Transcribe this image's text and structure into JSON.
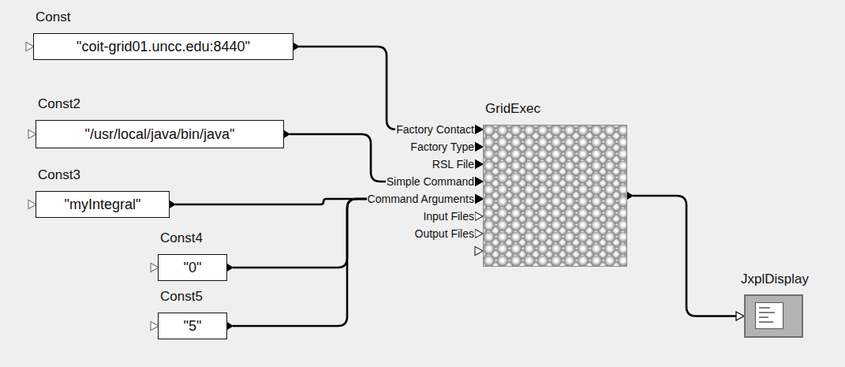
{
  "diagram": {
    "nodes": [
      {
        "text": [
          "Const",
          "\"coit-grid01.uncc.edu:8440\""
        ]
      },
      {
        "text": [
          "Const2",
          "\"/usr/local/java/bin/java\""
        ]
      },
      {
        "text": [
          "Const3",
          "\"myIntegral\""
        ]
      },
      {
        "text": [
          "Const4",
          "\"0\""
        ]
      },
      {
        "text": [
          "Const5",
          "\"5\""
        ]
      },
      {
        "text": [
          "GridExec",
          "Factory Contact",
          "Factory Type",
          "RSL File",
          "Simple Command",
          "Command Arguments",
          "Input Files",
          "Output Files"
        ]
      },
      {
        "text": [
          "JxplDisplay"
        ]
      }
    ],
    "edges": [
      {
        "from": 0,
        "to": 5,
        "arrow": "to"
      },
      {
        "from": 1,
        "to": 5,
        "arrow": "to"
      },
      {
        "from": 2,
        "to": 5,
        "arrow": "to"
      },
      {
        "from": 3,
        "to": 5,
        "arrow": "to"
      },
      {
        "from": 4,
        "to": 5,
        "arrow": "to"
      },
      {
        "from": 5,
        "to": 6,
        "arrow": "to"
      }
    ]
  }
}
